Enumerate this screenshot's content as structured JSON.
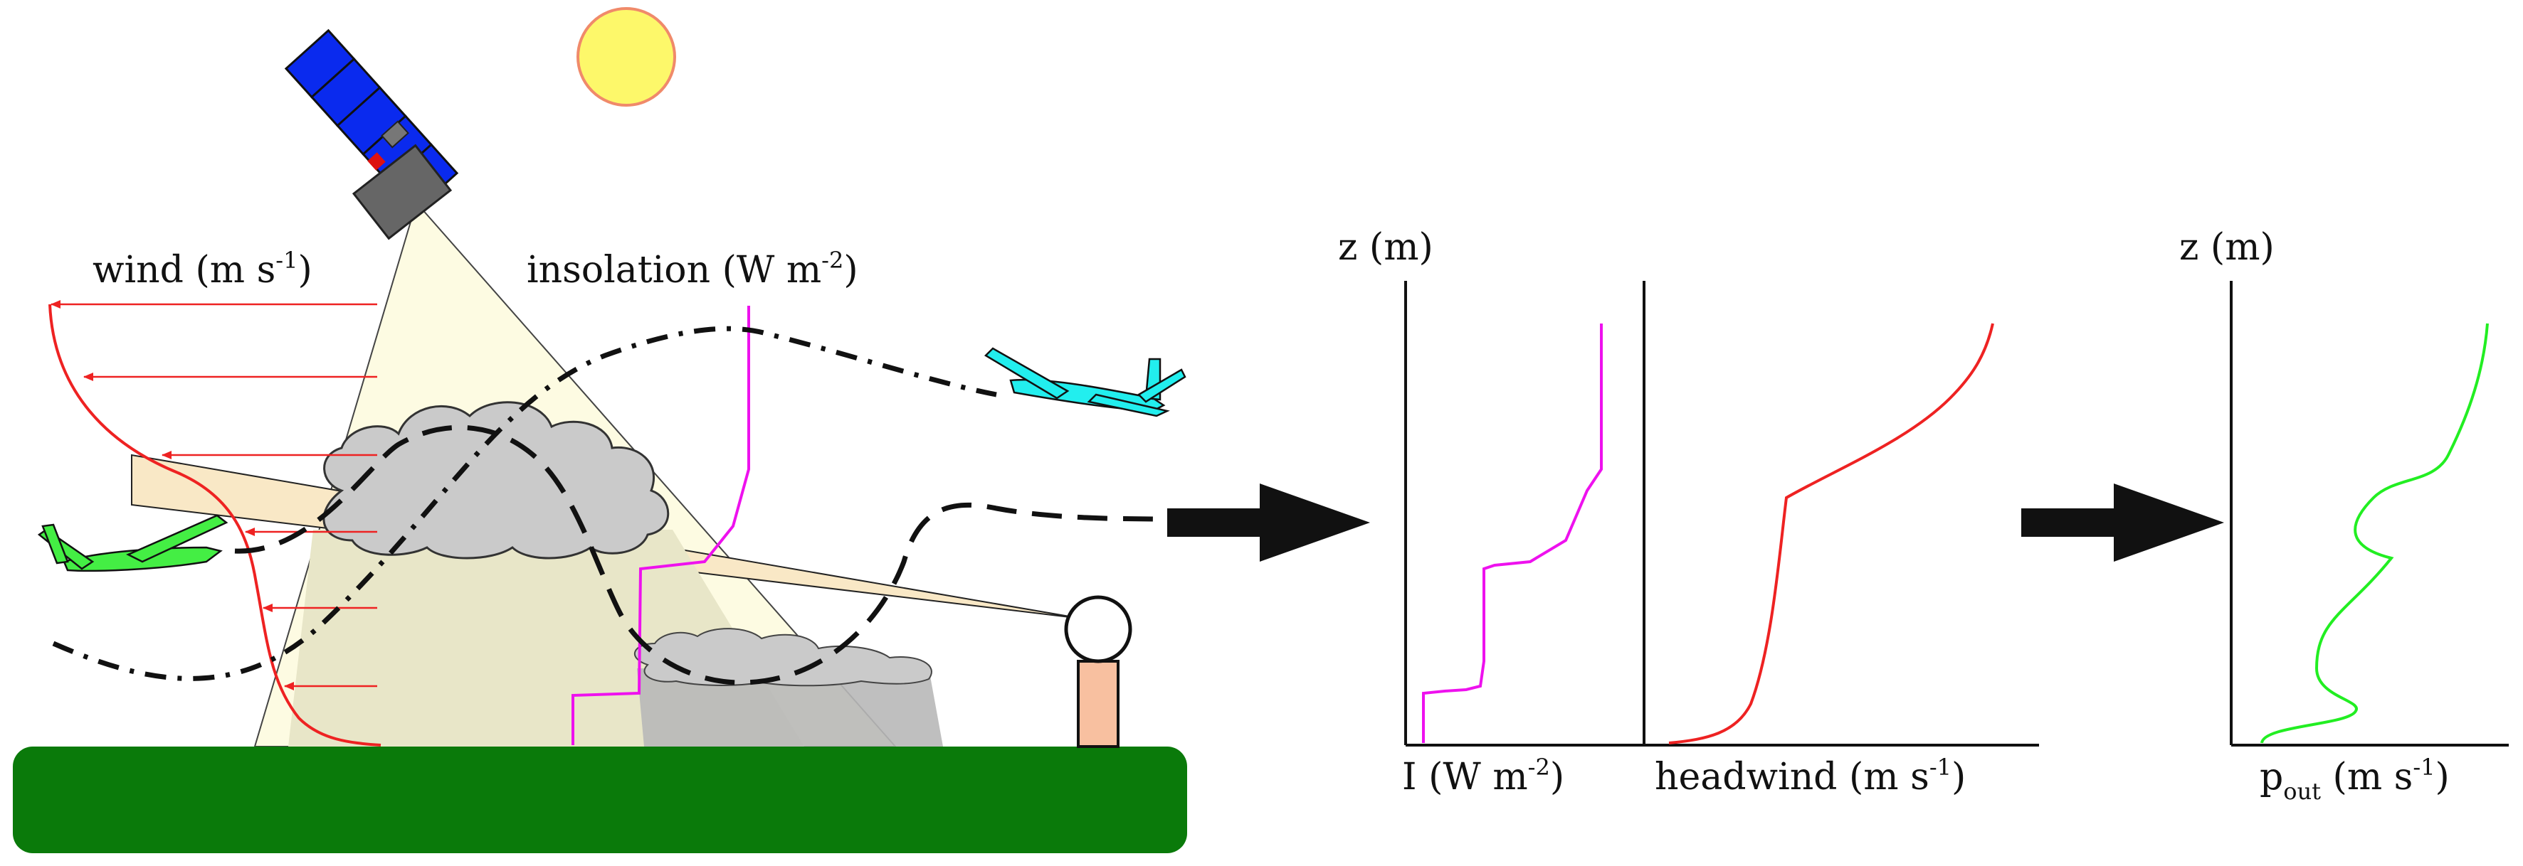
{
  "labels": {
    "wind": "wind (m s",
    "wind_exp": "-1",
    "wind_close": ")",
    "insolation": "insolation (W m",
    "insolation_exp": "-2",
    "insolation_close": ")",
    "z1": "z (m)",
    "z2": "z (m)",
    "i_axis": "I (W m",
    "i_exp": "-2",
    "i_close": ")",
    "headwind": "headwind (m s",
    "headwind_exp": "-1",
    "headwind_close": ")",
    "pout_p": "p",
    "pout_sub": "out",
    "pout_unit": " (m s",
    "pout_exp": "-1",
    "pout_close": ")"
  },
  "colors": {
    "ground": "#0a7a0a",
    "sun": "#fdf86a",
    "sun_stroke": "#f08a6a",
    "wind_profile": "#ee2222",
    "insolation_profile": "#ee11ee",
    "pout_profile": "#22ee22",
    "glider_left": "#44ee44",
    "glider_right": "#22eeee",
    "satellite_panel": "#0a2aee",
    "satellite_body": "#666666",
    "cloud": "#c8c8c8",
    "pole": "#f8c0a0"
  },
  "icons": [
    "sun-icon",
    "satellite-icon",
    "cloud-icon",
    "glider-icon",
    "sensor-pole-icon",
    "arrow-icon"
  ]
}
